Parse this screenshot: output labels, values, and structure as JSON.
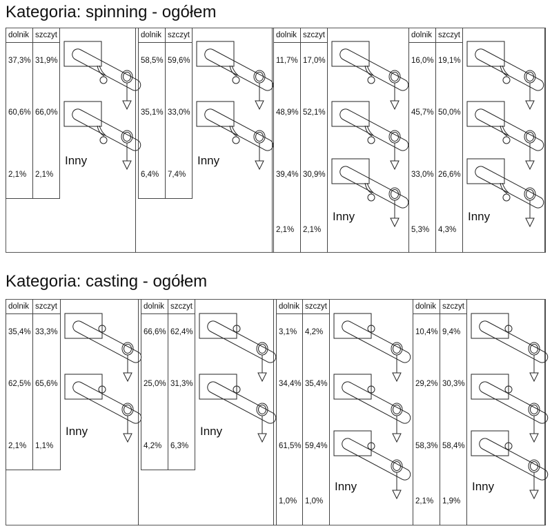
{
  "sections": [
    {
      "title": "Kategoria: spinning - ogółem",
      "groups": [
        {
          "headers": [
            "dolnik",
            "szczyt"
          ],
          "rows": [
            [
              "37,3%",
              "31,9%"
            ],
            [
              "60,6%",
              "66,0%"
            ],
            [
              "2,1%",
              "2,1%"
            ]
          ],
          "other_label": "Inny",
          "icons": [
            "reel-icon-spinning",
            "reel-icon-spinning"
          ]
        },
        {
          "headers": [
            "dolnik",
            "szczyt"
          ],
          "rows": [
            [
              "58,5%",
              "59,6%"
            ],
            [
              "35,1%",
              "33,0%"
            ],
            [
              "6,4%",
              "7,4%"
            ]
          ],
          "other_label": "Inny",
          "icons": [
            "reel-icon-spinning",
            "reel-icon-spinning"
          ]
        },
        {
          "headers": [
            "dolnik",
            "szczyt"
          ],
          "rows": [
            [
              "11,7%",
              "17,0%"
            ],
            [
              "48,9%",
              "52,1%"
            ],
            [
              "39,4%",
              "30,9%"
            ],
            [
              "2,1%",
              "2,1%"
            ]
          ],
          "other_label": "Inny",
          "icons": [
            "reel-icon-spinning",
            "reel-icon-spinning",
            "reel-icon-spinning"
          ]
        },
        {
          "headers": [
            "dolnik",
            "szczyt"
          ],
          "rows": [
            [
              "16,0%",
              "19,1%"
            ],
            [
              "45,7%",
              "50,0%"
            ],
            [
              "33,0%",
              "26,6%"
            ],
            [
              "5,3%",
              "4,3%"
            ]
          ],
          "other_label": "Inny",
          "icons": [
            "reel-icon-spinning",
            "reel-icon-spinning",
            "reel-icon-spinning"
          ]
        }
      ]
    },
    {
      "title": "Kategoria: casting - ogółem",
      "groups": [
        {
          "headers": [
            "dolnik",
            "szczyt"
          ],
          "rows": [
            [
              "35,4%",
              "33,3%"
            ],
            [
              "62,5%",
              "65,6%"
            ],
            [
              "2,1%",
              "1,1%"
            ]
          ],
          "other_label": "Inny",
          "icons": [
            "reel-icon-casting",
            "reel-icon-casting"
          ]
        },
        {
          "headers": [
            "dolnik",
            "szczyt"
          ],
          "rows": [
            [
              "66,6%",
              "62,4%"
            ],
            [
              "25,0%",
              "31,3%"
            ],
            [
              "4,2%",
              "6,3%"
            ]
          ],
          "other_label": "Inny",
          "icons": [
            "reel-icon-casting",
            "reel-icon-casting"
          ]
        },
        {
          "headers": [
            "dolnik",
            "szczyt"
          ],
          "rows": [
            [
              "3,1%",
              "4,2%"
            ],
            [
              "34,4%",
              "35,4%"
            ],
            [
              "61,5%",
              "59,4%"
            ],
            [
              "1,0%",
              "1,0%"
            ]
          ],
          "other_label": "Inny",
          "icons": [
            "reel-icon-casting",
            "reel-icon-casting",
            "reel-icon-casting"
          ]
        },
        {
          "headers": [
            "dolnik",
            "szczyt"
          ],
          "rows": [
            [
              "10,4%",
              "9,4%"
            ],
            [
              "29,2%",
              "30,3%"
            ],
            [
              "58,3%",
              "58,4%"
            ],
            [
              "2,1%",
              "1,9%"
            ]
          ],
          "other_label": "Inny",
          "icons": [
            "reel-icon-casting",
            "reel-icon-casting",
            "reel-icon-casting"
          ]
        }
      ]
    }
  ]
}
